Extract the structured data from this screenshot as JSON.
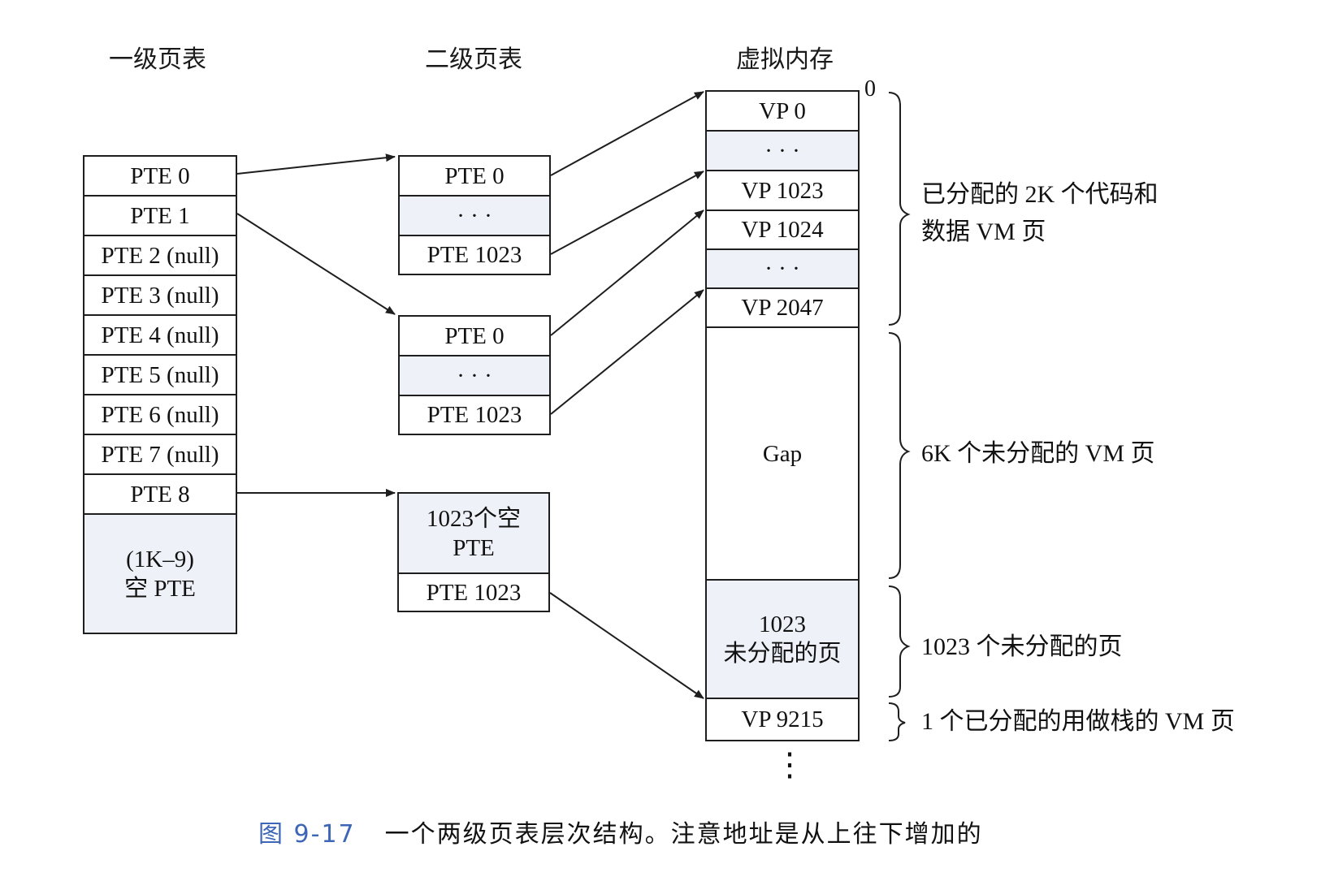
{
  "headings": {
    "level1": "一级页表",
    "level2": "二级页表",
    "vm": "虚拟内存"
  },
  "level1_table": [
    "PTE 0",
    "PTE 1",
    "PTE 2 (null)",
    "PTE 3 (null)",
    "PTE 4 (null)",
    "PTE 5 (null)",
    "PTE 6 (null)",
    "PTE 7 (null)",
    "PTE 8",
    "(1K–9)\n空 PTE"
  ],
  "level2_table_a": [
    "PTE 0",
    "· · ·",
    "PTE 1023"
  ],
  "level2_table_b": [
    "PTE 0",
    "· · ·",
    "PTE 1023"
  ],
  "level2_table_c": [
    "1023个空\nPTE",
    "PTE 1023"
  ],
  "vm_pages": [
    "VP 0",
    "· · ·",
    "VP 1023",
    "VP 1024",
    "· · ·",
    "VP 2047",
    "Gap",
    "1023\n未分配的页",
    "VP 9215"
  ],
  "vm_start_label": "0",
  "vm_continuation": "⋮",
  "braces": [
    "已分配的 2K 个代码和\n数据 VM 页",
    "6K 个未分配的 VM 页",
    "1023 个未分配的页",
    "1 个已分配的用做栈的 VM 页"
  ],
  "caption": {
    "number": "图 9-17",
    "text": "一个两级页表层次结构。注意地址是从上往下增加的"
  },
  "colors": {
    "line": "#1e1e1e",
    "tint": "#eef2f8",
    "caption_number": "#3d66b6"
  }
}
